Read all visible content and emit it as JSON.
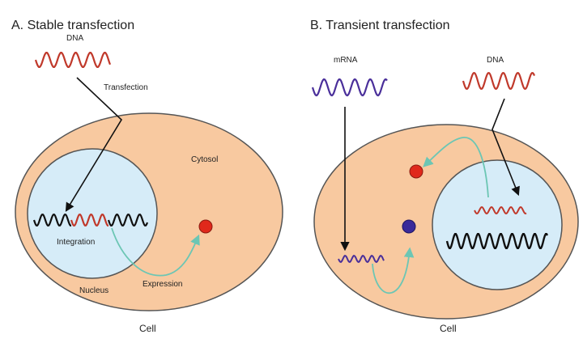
{
  "panel_a": {
    "title": "A. Stable transfection",
    "dna_label": "DNA",
    "transfection_label": "Transfection",
    "cytosol_label": "Cytosol",
    "integration_label": "Integration",
    "nucleus_label": "Nucleus",
    "expression_label": "Expression",
    "cell_label": "Cell"
  },
  "panel_b": {
    "title": "B. Transient transfection",
    "mrna_label": "mRNA",
    "dna_label": "DNA",
    "cell_label": "Cell"
  },
  "colors": {
    "cell_fill": "#f8c9a0",
    "nucleus_fill": "#d6ecf8",
    "dna_red": "#c0392b",
    "mrna_purple": "#4a2f9a",
    "arrow_teal": "#7fcfc0",
    "protein_red": "#e0281b",
    "protein_blue": "#3a2a9a"
  }
}
